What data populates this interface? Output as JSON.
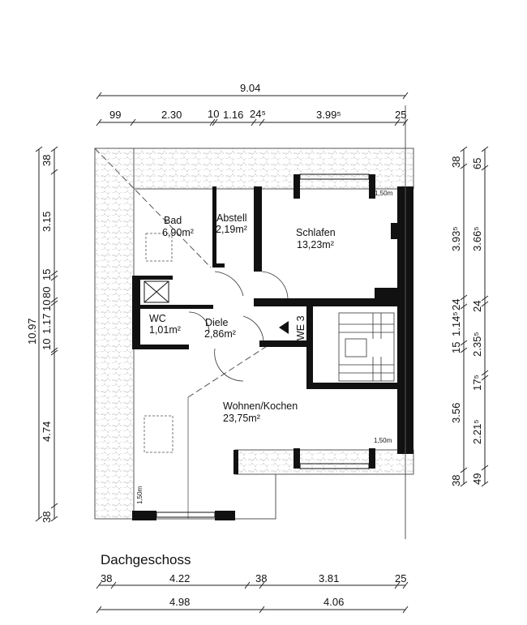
{
  "title": "Dachgeschoss",
  "dimensions": {
    "top_total": "9.04",
    "top": [
      "99",
      "2.30",
      "10",
      "1.16",
      "24⁵",
      "3.99⁵",
      "25"
    ],
    "left_total": "10.97",
    "left": [
      "38",
      "3.15",
      "15",
      "80",
      "10",
      "1.17",
      "10",
      "4.74",
      "38"
    ],
    "right_outer": [
      "38",
      "3.93⁵",
      "24",
      "1.14⁵",
      "15",
      "3.56",
      "38"
    ],
    "right_inner": [
      "65",
      "3.66⁵",
      "24",
      "2.35⁵",
      "17⁵",
      "2.21⁵",
      "49"
    ],
    "bottom_inner": [
      "38",
      "4.22",
      "38",
      "3.81",
      "25"
    ],
    "bottom_outer": [
      "4.98",
      "4.06"
    ]
  },
  "rooms": {
    "bad": {
      "name": "Bad",
      "area": "6,90m²"
    },
    "abstell": {
      "name": "Abstell",
      "area": "2,19m²"
    },
    "schlafen": {
      "name": "Schlafen",
      "area": "13,23m²"
    },
    "wc": {
      "name": "WC",
      "area": "1,01m²"
    },
    "diele": {
      "name": "Diele",
      "area": "2,86m²"
    },
    "wohnen": {
      "name": "Wohnen/Kochen",
      "area": "23,75m²"
    }
  },
  "unit_label": "WE 3",
  "height_marks": [
    "1,50m",
    "1,50m",
    "1,50m"
  ]
}
